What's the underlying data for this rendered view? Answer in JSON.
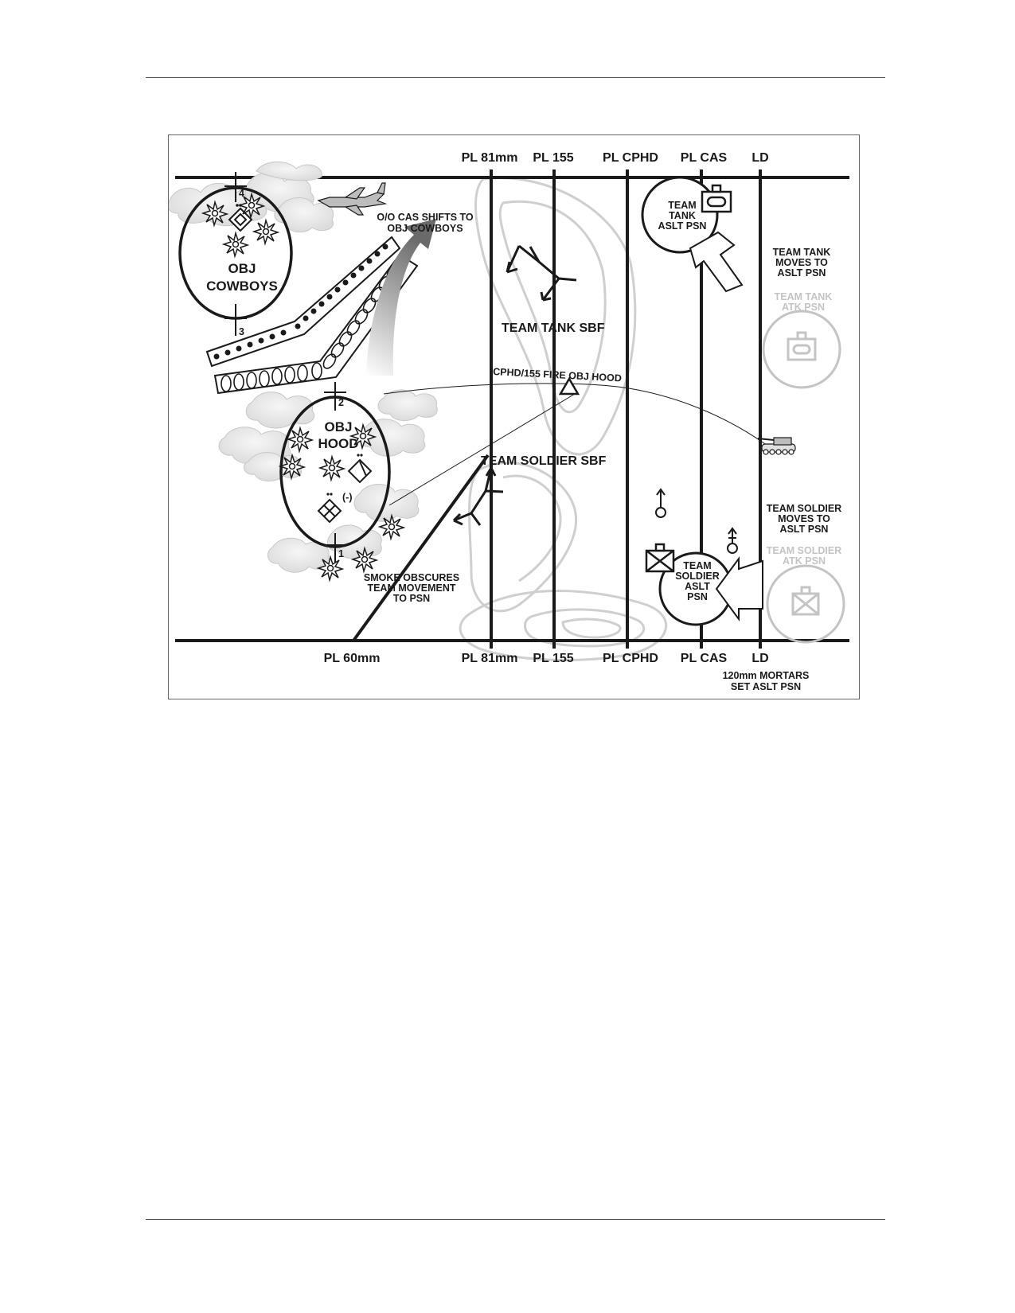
{
  "phase_lines_top": [
    "PL 81mm",
    "PL 155",
    "PL CPHD",
    "PL CAS",
    "LD"
  ],
  "phase_lines_bottom": [
    "PL 60mm",
    "PL 81mm",
    "PL 155",
    "PL CPHD",
    "PL CAS",
    "LD"
  ],
  "objectives": {
    "cowboys": [
      "OBJ",
      "COWBOYS"
    ],
    "hood": [
      "OBJ",
      "HOOD"
    ]
  },
  "target_points": [
    "4",
    "3",
    "2",
    "1"
  ],
  "unit_designation": "(-)",
  "annotations": {
    "cas_shift": [
      "O/O CAS SHIFTS TO",
      "OBJ COWBOYS"
    ],
    "tank_sbf": "TEAM TANK SBF",
    "soldier_sbf": "TEAM SOLDIER SBF",
    "fire_obj_hood": "CPHD/155 FIRE OBJ HOOD",
    "smoke": [
      "SMOKE OBSCURES",
      "TEAM MOVEMENT",
      "TO PSN"
    ],
    "tank_aslt": [
      "TEAM",
      "TANK",
      "ASLT PSN"
    ],
    "soldier_aslt": [
      "TEAM",
      "SOLDIER",
      "ASLT",
      "PSN"
    ],
    "tank_moves": [
      "TEAM TANK",
      "MOVES TO",
      "ASLT PSN"
    ],
    "tank_atk": [
      "TEAM TANK",
      "ATK PSN"
    ],
    "soldier_moves": [
      "TEAM SOLDIER",
      "MOVES TO",
      "ASLT PSN"
    ],
    "soldier_atk": [
      "TEAM SOLDIER",
      "ATK PSN"
    ],
    "mortars": [
      "120mm MORTARS",
      "SET ASLT PSN"
    ]
  },
  "colors": {
    "ink": "#1a1a1a",
    "faded": "#c4c4c4",
    "terrain": "#cfcfcf",
    "cloud": "#e6e6e6"
  },
  "icons": [
    "jet-aircraft-icon",
    "howitzer-icon",
    "explosion-icon",
    "tank-unit-icon",
    "infantry-unit-icon",
    "enemy-diamond-icon",
    "fire-support-triangle-icon",
    "mortar-icon"
  ]
}
